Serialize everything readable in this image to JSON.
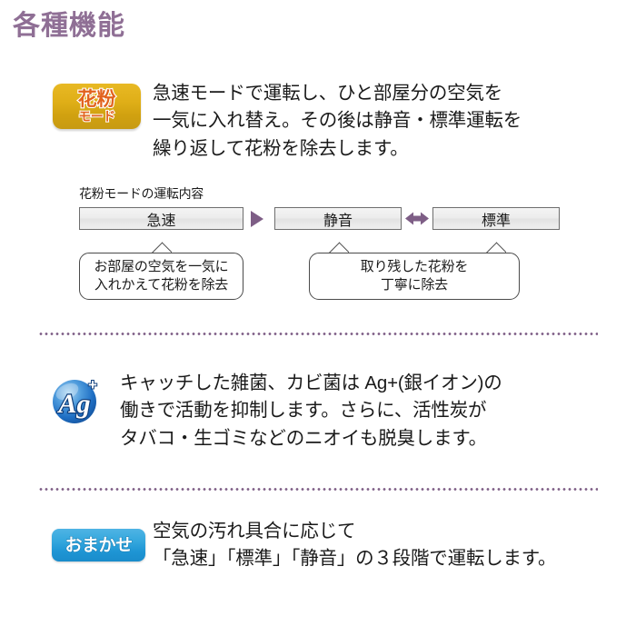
{
  "page": {
    "title": "各種機能",
    "title_color": "#8f6f95",
    "background": "#ffffff"
  },
  "colors": {
    "accent_purple": "#7e5e86",
    "badge_gold": "#dfae17",
    "badge_gold_text": "#e2621d",
    "badge_blue": "#33a6dd",
    "ag_blue": "#1f6fc4",
    "box_border": "#6e6e6e",
    "callout_border": "#4a4a4a",
    "text": "#1a1a1a"
  },
  "sections": [
    {
      "id": "kafun-mode",
      "badge": {
        "icon_name": "kafun-mode-badge",
        "line1": "花粉",
        "line2": "モード"
      },
      "text": "急速モードで運転し、ひと部屋分の空気を\n一気に入れ替え。その後は静音・標準運転を\n繰り返して花粉を除去します。",
      "diagram": {
        "caption": "花粉モードの運転内容",
        "boxes": [
          {
            "label": "急速"
          },
          {
            "label": "静音"
          },
          {
            "label": "標準"
          }
        ],
        "connectors": [
          {
            "type": "single-arrow-right",
            "icon_name": "arrow-right-icon"
          },
          {
            "type": "double-arrow",
            "icon_name": "arrow-left-right-icon"
          }
        ],
        "callouts": [
          {
            "text": "お部屋の空気を一気に\n入れかえて花粉を除去"
          },
          {
            "text": "取り残した花粉を\n丁寧に除去"
          }
        ]
      }
    },
    {
      "id": "ag-plus",
      "badge": {
        "icon_name": "ag-plus-icon",
        "symbol": "Ag",
        "superscript": "+"
      },
      "text": "キャッチした雑菌、カビ菌は Ag+(銀イオン)の\n働きで活動を抑制します。さらに、活性炭が\nタバコ・生ゴミなどのニオイも脱臭します。"
    },
    {
      "id": "omakase",
      "badge": {
        "icon_name": "omakase-badge",
        "label": "おまかせ"
      },
      "text": "空気の汚れ具合に応じて\n「急速」「標準」「静音」の３段階で運転します。"
    }
  ]
}
